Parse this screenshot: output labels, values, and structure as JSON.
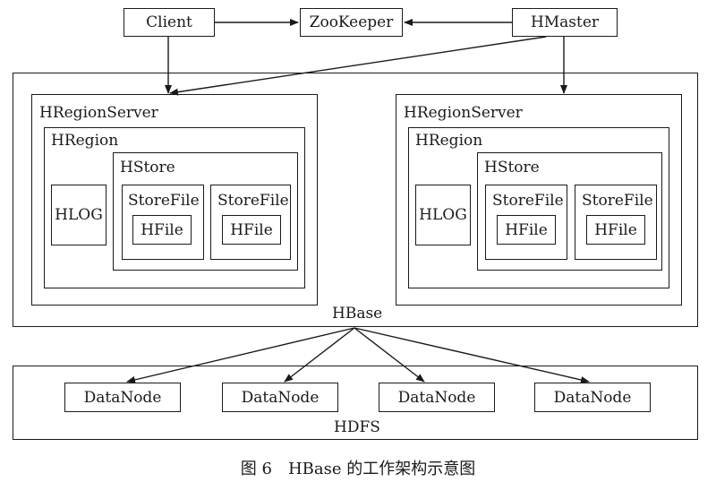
{
  "top": {
    "client": "Client",
    "zookeeper": "ZooKeeper",
    "hmaster": "HMaster"
  },
  "hbase": {
    "label": "HBase",
    "region_servers": [
      {
        "label": "HRegionServer",
        "region_label": "HRegion",
        "hlog": "HLOG",
        "store_label": "HStore",
        "store_files": [
          {
            "label": "StoreFile",
            "hfile": "HFile"
          },
          {
            "label": "StoreFile",
            "hfile": "HFile"
          }
        ]
      },
      {
        "label": "HRegionServer",
        "region_label": "HRegion",
        "hlog": "HLOG",
        "store_label": "HStore",
        "store_files": [
          {
            "label": "StoreFile",
            "hfile": "HFile"
          },
          {
            "label": "StoreFile",
            "hfile": "HFile"
          }
        ]
      }
    ]
  },
  "hdfs": {
    "label": "HDFS",
    "datanodes": [
      "DataNode",
      "DataNode",
      "DataNode",
      "DataNode"
    ]
  },
  "caption": "图 6　HBase 的工作架构示意图"
}
